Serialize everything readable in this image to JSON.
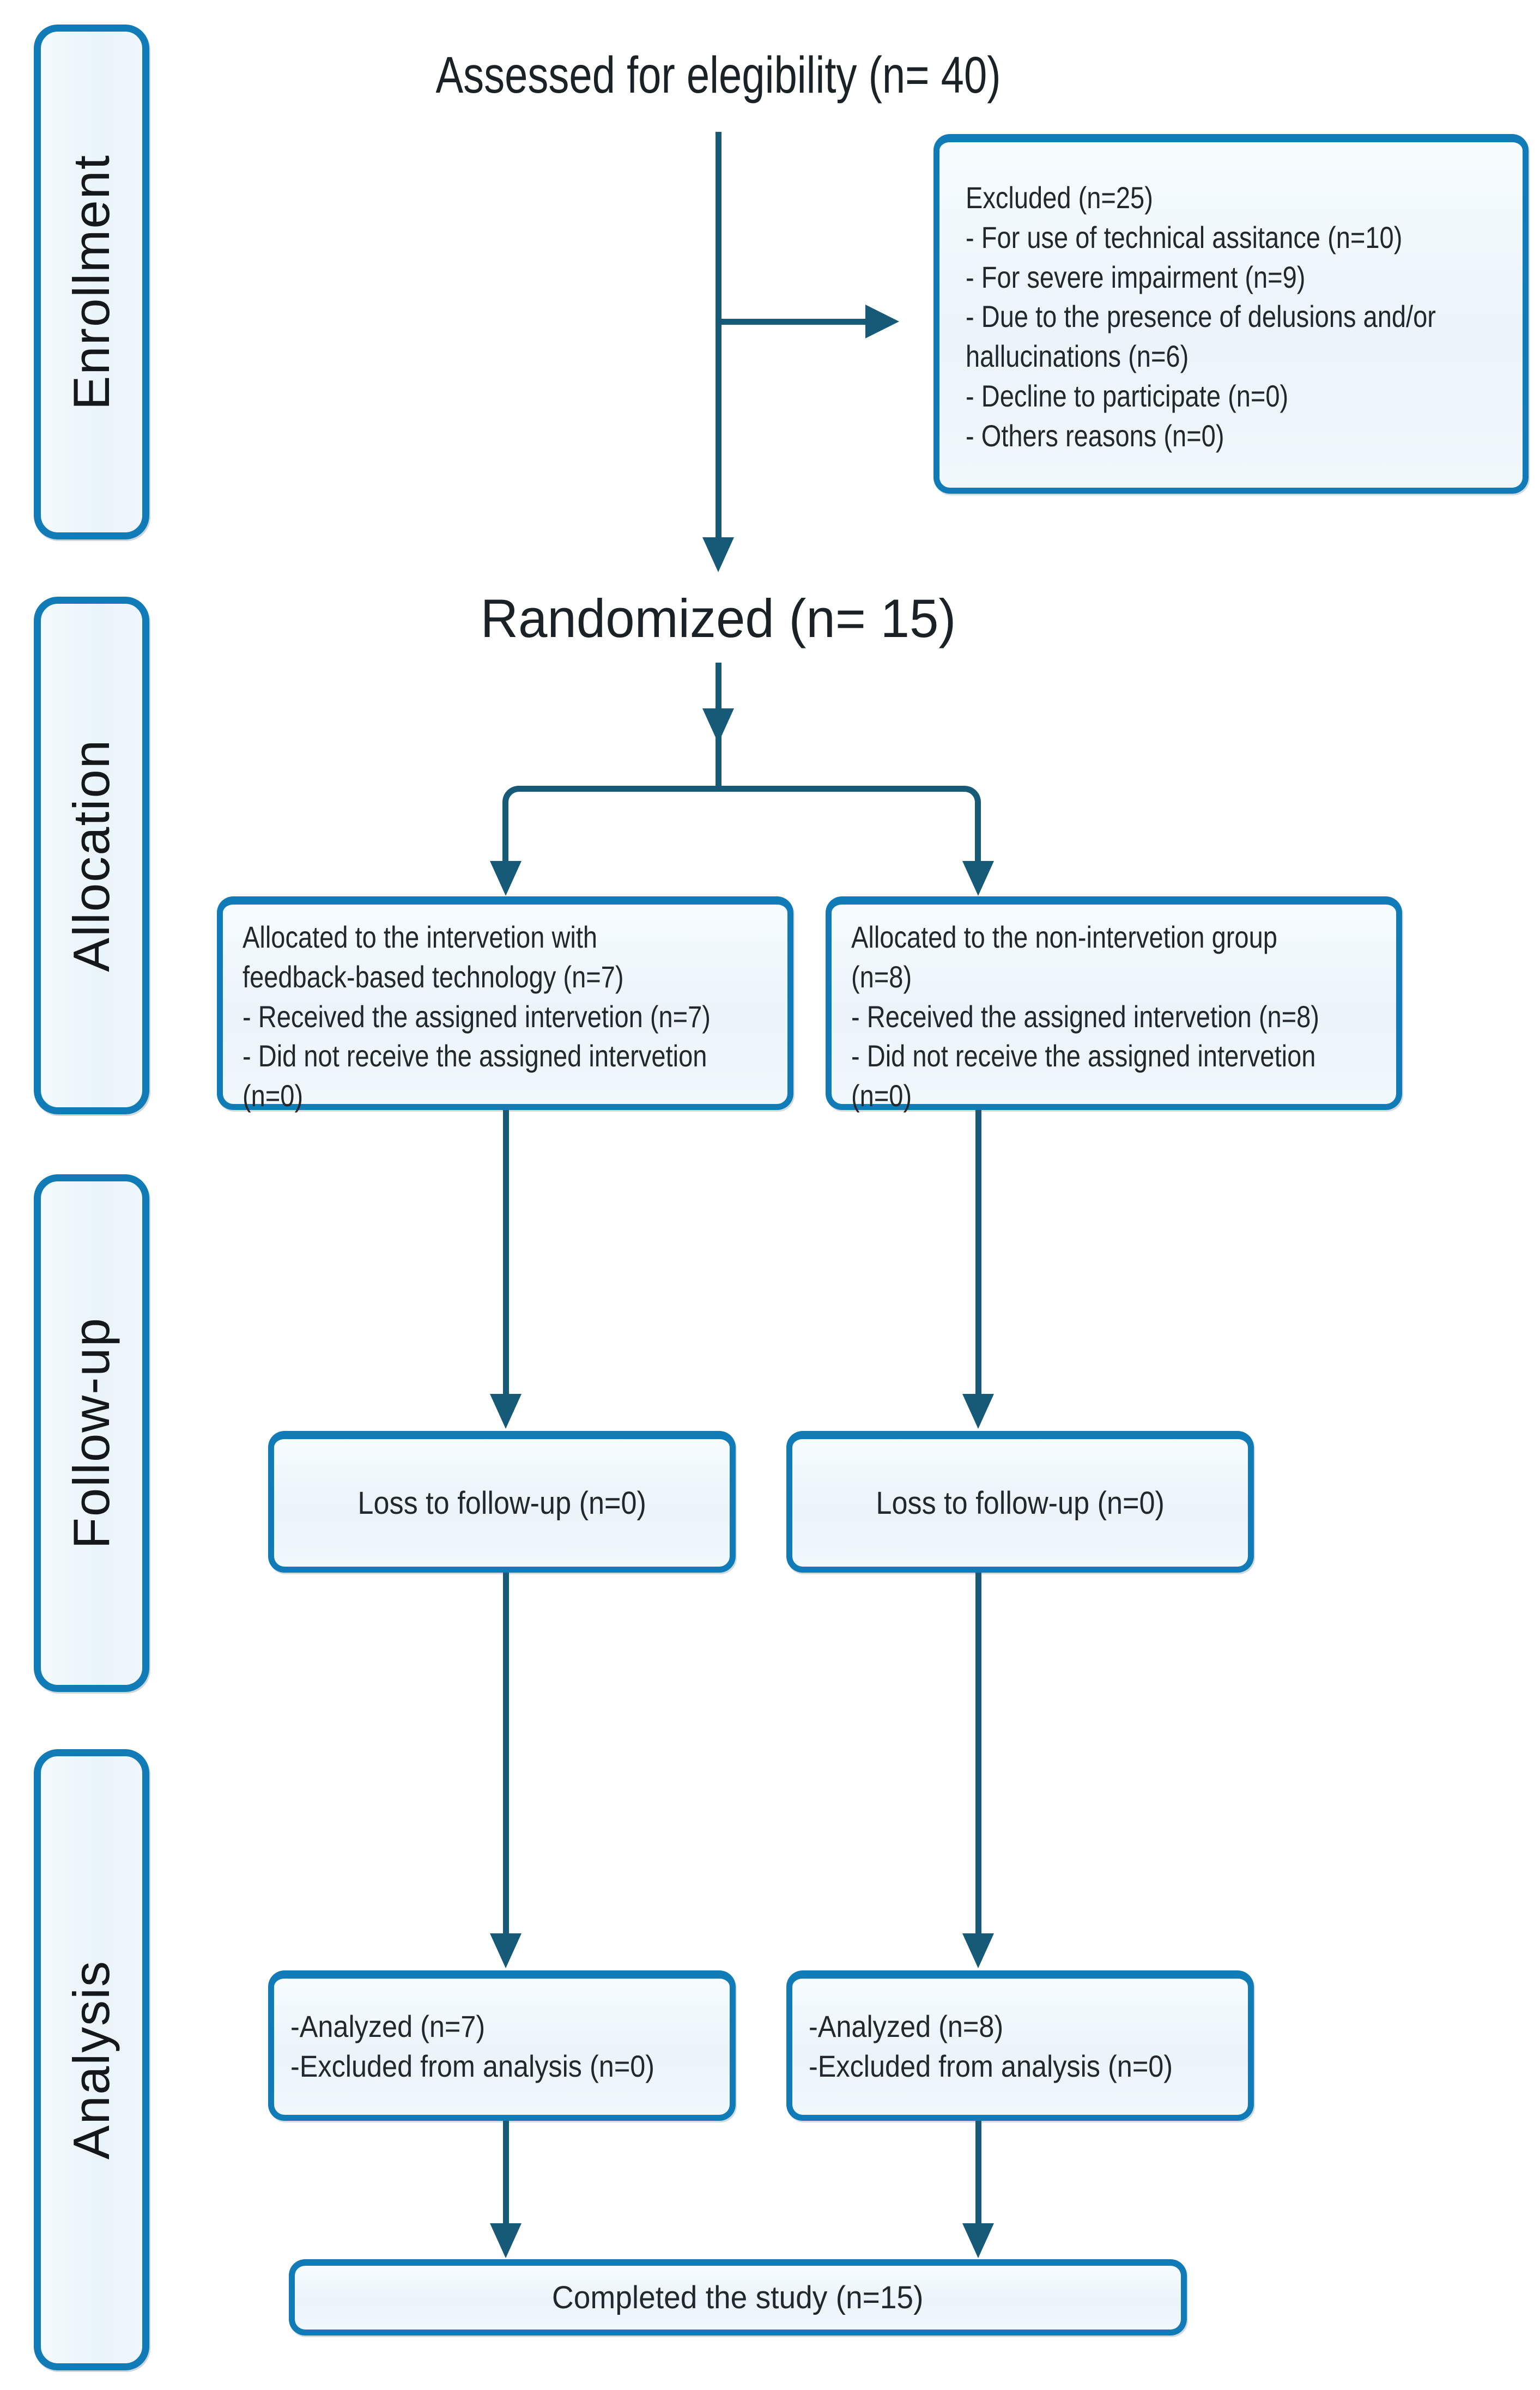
{
  "figure": {
    "type": "consort-flow-diagram",
    "colors": {
      "box_border": "#117bb8",
      "box_fill": "#edf5fa",
      "arrow": "#165a78",
      "text": "#21272b"
    },
    "stages": [
      {
        "id": "enrollment",
        "label": "Enrollment"
      },
      {
        "id": "allocation",
        "label": "Allocation"
      },
      {
        "id": "follow_up",
        "label": "Follow-up"
      },
      {
        "id": "analysis",
        "label": "Analysis"
      }
    ],
    "nodes": {
      "assessed": {
        "label": "Assessed for elegibility (n= 40)"
      },
      "excluded": {
        "lines": [
          "Excluded (n=25)",
          "- For use of technical assitance (n=10)",
          "- For severe impairment (n=9)",
          "- Due to the presence of delusions and/or",
          "hallucinations (n=6)",
          "- Decline to participate (n=0)",
          "- Others reasons (n=0)"
        ]
      },
      "randomized": {
        "label": "Randomized (n= 15)"
      },
      "allocation_intervention": {
        "lines": [
          "Allocated to the intervetion with",
          "feedback-based technology (n=7)",
          "- Received the assigned intervetion (n=7)",
          "- Did not receive the assigned intervetion",
          "(n=0)"
        ]
      },
      "allocation_control": {
        "lines": [
          "Allocated to the non-intervetion group",
          "(n=8)",
          "- Received the assigned intervetion (n=8)",
          "- Did not receive the assigned intervetion",
          "(n=0)"
        ]
      },
      "followup_intervention": {
        "label": "Loss to follow-up (n=0)"
      },
      "followup_control": {
        "label": "Loss to follow-up (n=0)"
      },
      "analysis_intervention": {
        "lines": [
          "-Analyzed (n=7)",
          "-Excluded from analysis (n=0)"
        ]
      },
      "analysis_control": {
        "lines": [
          "-Analyzed (n=8)",
          "-Excluded from analysis (n=0)"
        ]
      },
      "completed": {
        "label": "Completed the study (n=15)"
      }
    }
  }
}
